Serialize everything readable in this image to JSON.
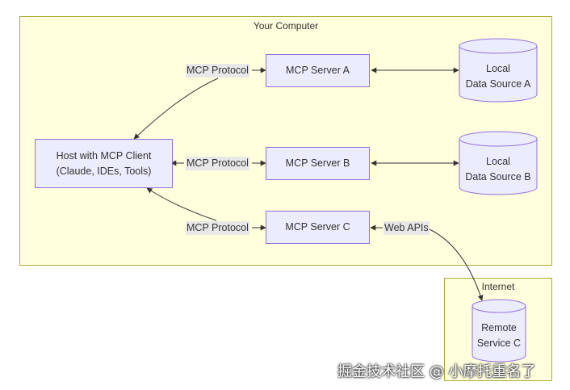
{
  "clusters": {
    "computer": {
      "title": "Your Computer"
    },
    "internet": {
      "title": "Internet"
    }
  },
  "nodes": {
    "host": {
      "line1": "Host with MCP Client",
      "line2": "(Claude, IDEs, Tools)"
    },
    "server_a": {
      "label": "MCP Server A"
    },
    "server_b": {
      "label": "MCP Server B"
    },
    "server_c": {
      "label": "MCP Server C"
    },
    "data_a": {
      "line1": "Local",
      "line2": "Data Source A"
    },
    "data_b": {
      "line1": "Local",
      "line2": "Data Source B"
    },
    "remote_c": {
      "line1": "Remote",
      "line2": "Service C"
    }
  },
  "edge_labels": {
    "protocol_a": "MCP Protocol",
    "protocol_b": "MCP Protocol",
    "protocol_c": "MCP Protocol",
    "web_apis": "Web APIs"
  },
  "watermark": "掘金技术社区 @ 小摩托重名了",
  "colors": {
    "cluster_fill": "#ffffde",
    "cluster_stroke": "#aaaa33",
    "node_fill": "#ececff",
    "node_stroke": "#9370db",
    "edge": "#333333",
    "label_bg": "#e8e8e8"
  }
}
